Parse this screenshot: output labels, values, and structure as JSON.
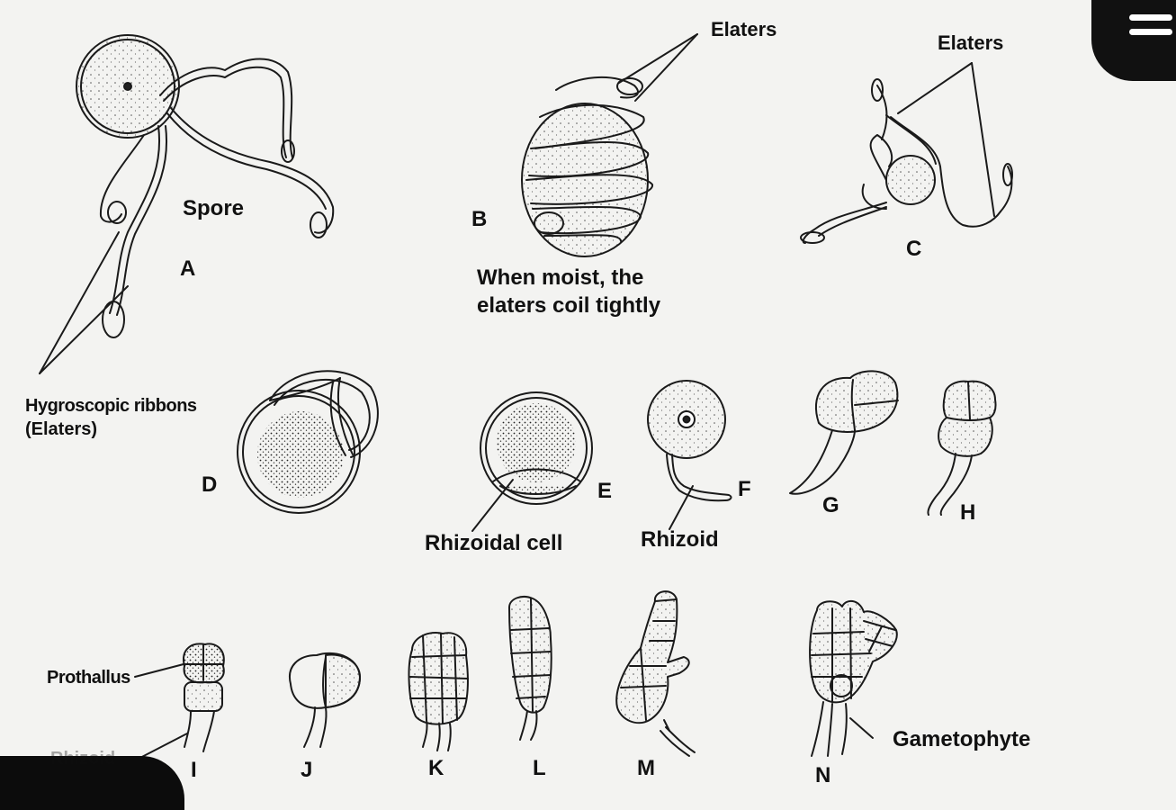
{
  "labels": {
    "elaters_b": "Elaters",
    "elaters_c": "Elaters",
    "spore": "Spore",
    "A": "A",
    "B": "B",
    "C": "C",
    "D": "D",
    "E": "E",
    "F": "F",
    "G": "G",
    "H": "H",
    "I": "I",
    "J": "J",
    "K": "K",
    "L": "L",
    "M": "M",
    "N": "N",
    "moist_line1": "When moist, the",
    "moist_line2": "elaters coil tightly",
    "hygro_line1": "Hygroscopic ribbons",
    "hygro_line2": "(Elaters)",
    "rhizoidal_cell": "Rhizoidal cell",
    "rhizoid": "Rhizoid",
    "prothallus": "Prothallus",
    "rhizoid_partial": "Rhizoid",
    "gametophyte": "Gametophyte"
  },
  "icons": {
    "menu": "hamburger-menu-icon"
  }
}
